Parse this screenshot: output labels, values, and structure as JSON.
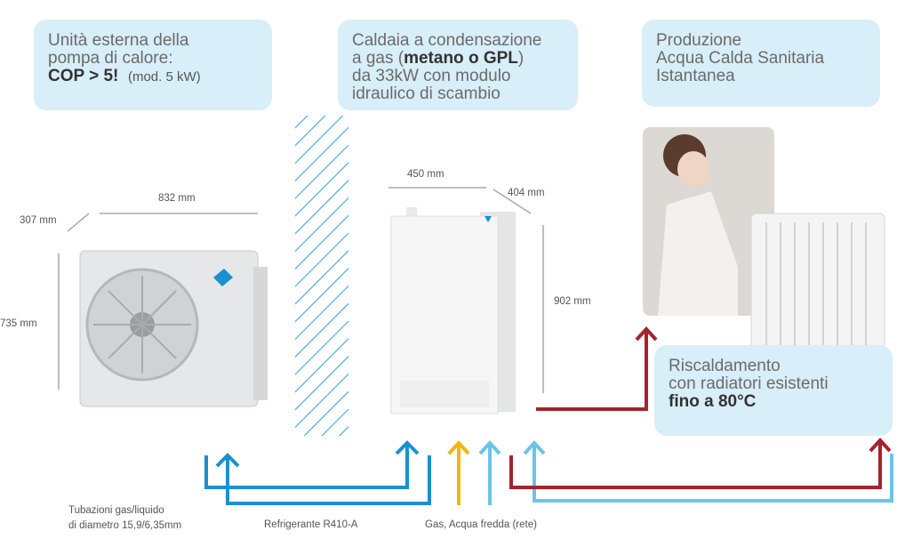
{
  "boxes": {
    "outdoor": {
      "line1": "Unità esterna della",
      "line2": "pompa di calore:",
      "cop": "COP > 5!",
      "model": "(mod. 5 kW)"
    },
    "boiler": {
      "line1": "Caldaia a condensazione",
      "line2_pre": "a gas (",
      "line2_bold": "metano o GPL",
      "line2_post": ")",
      "line3": "da 33kW  con modulo",
      "line4": "idraulico di scambio"
    },
    "dhw": {
      "line1": "Produzione",
      "line2": "Acqua Calda Sanitaria",
      "line3": "Istantanea"
    },
    "heating": {
      "line1": "Riscaldamento",
      "line2": "con radiatori esistenti",
      "line3": "fino a 80°C"
    }
  },
  "dimensions": {
    "outdoor_width": "832 mm",
    "outdoor_depth": "307 mm",
    "outdoor_height": "735 mm",
    "boiler_width": "450 mm",
    "boiler_depth": "404 mm",
    "boiler_height": "902 mm"
  },
  "captions": {
    "pipes_line1": "Tubazioni gas/liquido",
    "pipes_line2": "di diametro 15,9/6,35mm",
    "refrigerant": "Refrigerante R410-A",
    "gas_water": "Gas, Acqua fredda (rete)"
  },
  "colors": {
    "refrigerant": "#1b8fd0",
    "gas": "#f2b515",
    "cold_water": "#6cc3ea",
    "hot_water": "#a3232e",
    "box": "#d8eef9"
  }
}
